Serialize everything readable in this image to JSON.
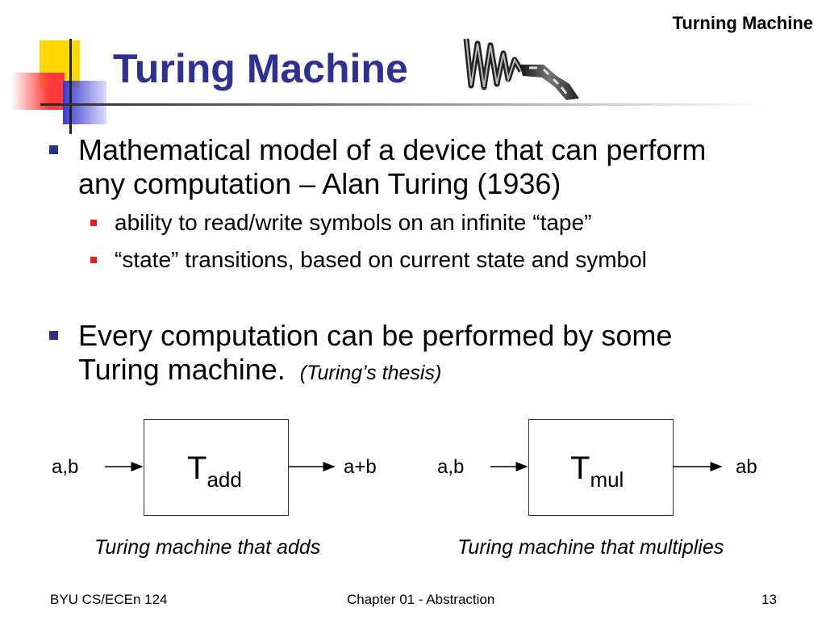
{
  "header": {
    "corner_title": "Turning Machine",
    "title": "Turing Machine"
  },
  "bullets": {
    "b1_line1": "Mathematical model of a device that can perform",
    "b1_line2": "any computation – Alan Turing (1936)",
    "sub1": "ability to read/write symbols on an infinite “tape”",
    "sub2": "“state” transitions, based on current state and symbol",
    "b2_line1": "Every computation can be performed by some",
    "b2_line2": "Turing machine.",
    "b2_thesis": "(Turing’s thesis)"
  },
  "diagram": {
    "add": {
      "input": "a,b",
      "symbol": "T",
      "subscript": "add",
      "output": "a+b",
      "caption": "Turing machine that adds"
    },
    "mul": {
      "input": "a,b",
      "symbol": "T",
      "subscript": "mul",
      "output": "ab",
      "caption": "Turing machine that multiplies"
    }
  },
  "footer": {
    "left": "BYU CS/ECEn 124",
    "center": "Chapter 01 - Abstraction",
    "page": "13"
  },
  "colors": {
    "title": "#2e3192",
    "bullet_primary": "#2e3192",
    "bullet_secondary": "#e0201c",
    "accent_yellow": "#ffd800"
  }
}
